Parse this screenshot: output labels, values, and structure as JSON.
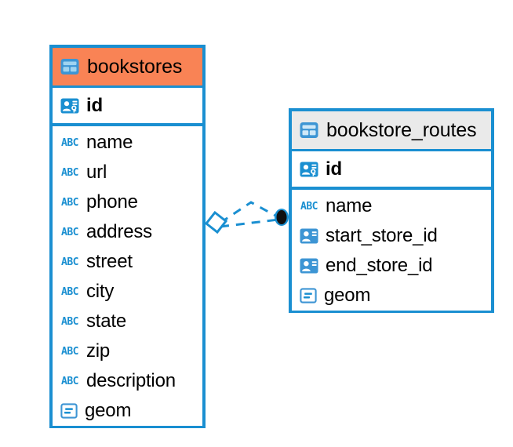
{
  "diagram": {
    "type": "entity-relationship-diagram",
    "background": "#ffffff",
    "accent_color": "#1a8fd1",
    "selected_header_color": "#f98355",
    "unselected_header_color": "#eaeaea",
    "text_color": "#000000"
  },
  "tables": [
    {
      "name": "bookstores",
      "title": "bookstores",
      "selected": true,
      "header_icon": "table-icon",
      "primary_key": {
        "label": "id",
        "icon": "primary-key-icon",
        "bold": true
      },
      "fields": [
        {
          "label": "name",
          "icon": "abc-icon",
          "icon_text": "ABC"
        },
        {
          "label": "url",
          "icon": "abc-icon",
          "icon_text": "ABC"
        },
        {
          "label": "phone",
          "icon": "abc-icon",
          "icon_text": "ABC"
        },
        {
          "label": "address",
          "icon": "abc-icon",
          "icon_text": "ABC"
        },
        {
          "label": "street",
          "icon": "abc-icon",
          "icon_text": "ABC"
        },
        {
          "label": "city",
          "icon": "abc-icon",
          "icon_text": "ABC"
        },
        {
          "label": "state",
          "icon": "abc-icon",
          "icon_text": "ABC"
        },
        {
          "label": "zip",
          "icon": "abc-icon",
          "icon_text": "ABC"
        },
        {
          "label": "description",
          "icon": "abc-icon",
          "icon_text": "ABC"
        },
        {
          "label": "geom",
          "icon": "geometry-icon"
        }
      ]
    },
    {
      "name": "bookstore_routes",
      "title": "bookstore_routes",
      "selected": false,
      "header_icon": "table-icon",
      "primary_key": {
        "label": "id",
        "icon": "primary-key-icon",
        "bold": true
      },
      "fields": [
        {
          "label": "name",
          "icon": "abc-icon",
          "icon_text": "ABC"
        },
        {
          "label": "start_store_id",
          "icon": "foreign-key-icon"
        },
        {
          "label": "end_store_id",
          "icon": "foreign-key-icon"
        },
        {
          "label": "geom",
          "icon": "geometry-icon"
        }
      ]
    }
  ],
  "relationship": {
    "name": "bookstores-to-bookstore_routes",
    "style": "dashed",
    "color": "#1a8fd1",
    "source_marker": "diamond-outline",
    "target_marker": "filled-circle",
    "branches": 2
  }
}
